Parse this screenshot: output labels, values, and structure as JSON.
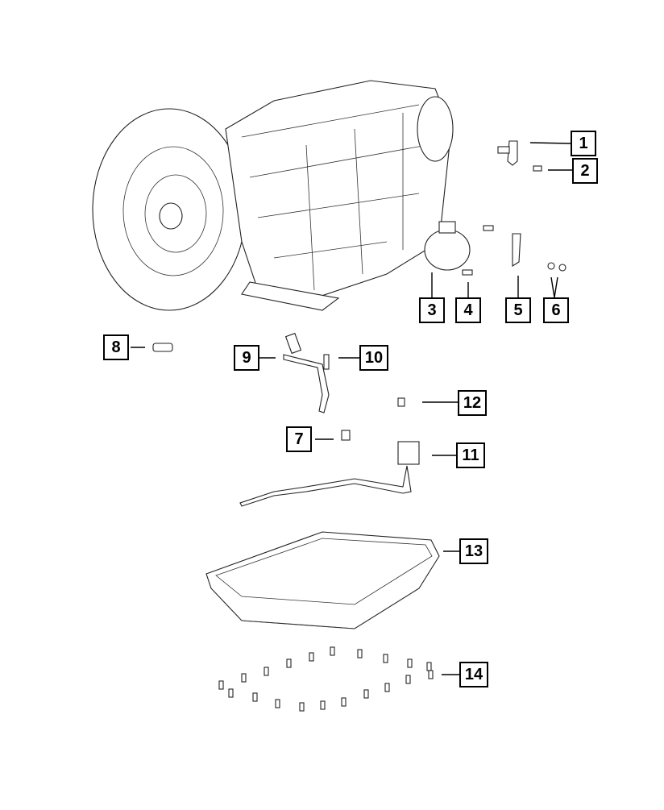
{
  "diagram": {
    "type": "exploded-parts-diagram",
    "subject": "automatic transmission assembly",
    "callouts": [
      {
        "label": "1",
        "part": "sensor"
      },
      {
        "label": "2",
        "part": "bolt"
      },
      {
        "label": "3",
        "part": "position switch / TRS"
      },
      {
        "label": "4",
        "part": "bolt"
      },
      {
        "label": "5",
        "part": "lever"
      },
      {
        "label": "6",
        "part": "nuts"
      },
      {
        "label": "7",
        "part": "pressure switch"
      },
      {
        "label": "8",
        "part": "fitting / plug"
      },
      {
        "label": "9",
        "part": "tube / dipstick"
      },
      {
        "label": "10",
        "part": "bolt"
      },
      {
        "label": "11",
        "part": "wiring harness"
      },
      {
        "label": "12",
        "part": "bolt"
      },
      {
        "label": "13",
        "part": "oil pan"
      },
      {
        "label": "14",
        "part": "pan bolts"
      }
    ]
  }
}
